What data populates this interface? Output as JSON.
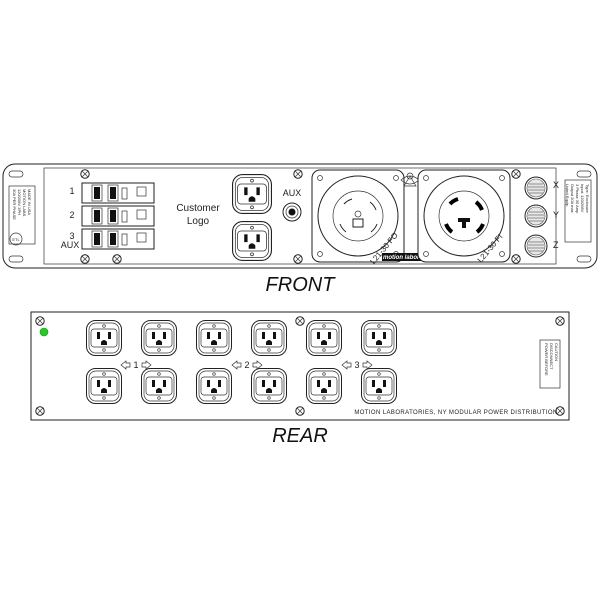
{
  "front": {
    "caption": "FRONT",
    "breaker_labels": [
      "1",
      "2",
      "3"
    ],
    "aux_breaker_label": "AUX",
    "logo_text_line1": "Customer",
    "logo_text_line2": "Logo",
    "aux_label": "AUX",
    "connector_left_label": "L21-30 FO",
    "connector_right_label": "L21-30 FI",
    "brand": "motion laboratories",
    "meter_labels": [
      "X",
      "Y",
      "Z"
    ],
    "left_plate_lines": [
      "MADE IN USA",
      "MOTION LABS",
      "120/208V 3PH",
      "30A PER PHASE",
      "NEMA L21-30"
    ],
    "right_plate_lines": [
      "Type: Enclosure",
      "Input: 120/208V",
      "3 Phase 30 Amp",
      "Output 20A max",
      "Listed Equip.",
      "File No."
    ],
    "certification": "ETL"
  },
  "rear": {
    "caption": "REAR",
    "group_labels": [
      "1",
      "2",
      "3"
    ],
    "footer_text": "MOTION LABORATORIES, NY    MODULAR POWER DISTRIBUTION",
    "label_plate_lines": [
      "CAUTION",
      "DISCONNECT",
      "POWER BEFORE",
      "SERVICING"
    ],
    "led_color": "#22cc22"
  },
  "icons": [
    "outlet-icon",
    "twist-lock-icon",
    "breaker-icon",
    "screw-icon",
    "meter-icon",
    "arrow-icon",
    "led-icon"
  ]
}
